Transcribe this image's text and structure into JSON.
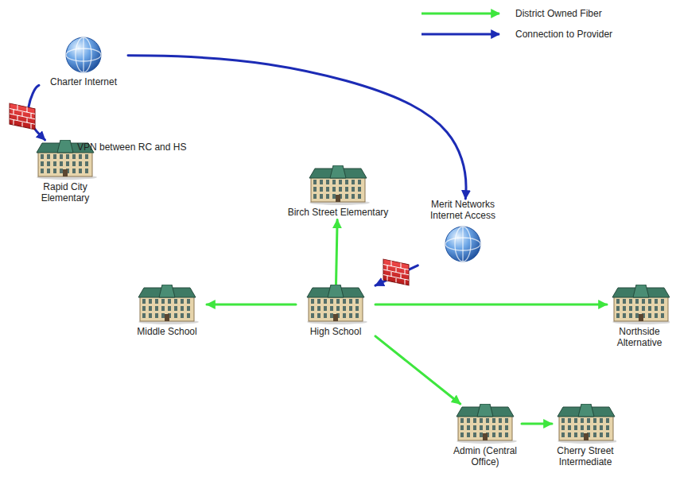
{
  "diagram": {
    "nodes": [
      {
        "text": [
          "Charter Internet"
        ]
      },
      {
        "text": [
          "Rapid City Elementary"
        ]
      },
      {
        "text": [
          "Birch Street Elementary"
        ]
      },
      {
        "text": [
          "Merit Networks Internet Access"
        ]
      },
      {
        "text": [
          "Middle School"
        ]
      },
      {
        "text": [
          "High School"
        ]
      },
      {
        "text": [
          "Northside Alternative"
        ]
      },
      {
        "text": [
          "Admin (Central Office)"
        ]
      },
      {
        "text": [
          "Cherry Street Intermediate"
        ]
      }
    ],
    "edges": [
      {
        "from": 0,
        "to": 1,
        "arrow": "to"
      },
      {
        "from": 0,
        "to": 3,
        "arrow": "to"
      },
      {
        "from": 3,
        "to": 5,
        "arrow": "to"
      },
      {
        "from": 5,
        "to": 2,
        "arrow": "to"
      },
      {
        "from": 5,
        "to": 4,
        "arrow": "to"
      },
      {
        "from": 5,
        "to": 6,
        "arrow": "to"
      },
      {
        "from": 5,
        "to": 7,
        "arrow": "to"
      },
      {
        "from": 7,
        "to": 8,
        "arrow": "to"
      }
    ],
    "labels": [
      "VPN between RC and HS"
    ],
    "legend": [
      {
        "text": "District Owned Fiber"
      },
      {
        "text": "Connection to Provider"
      }
    ]
  }
}
